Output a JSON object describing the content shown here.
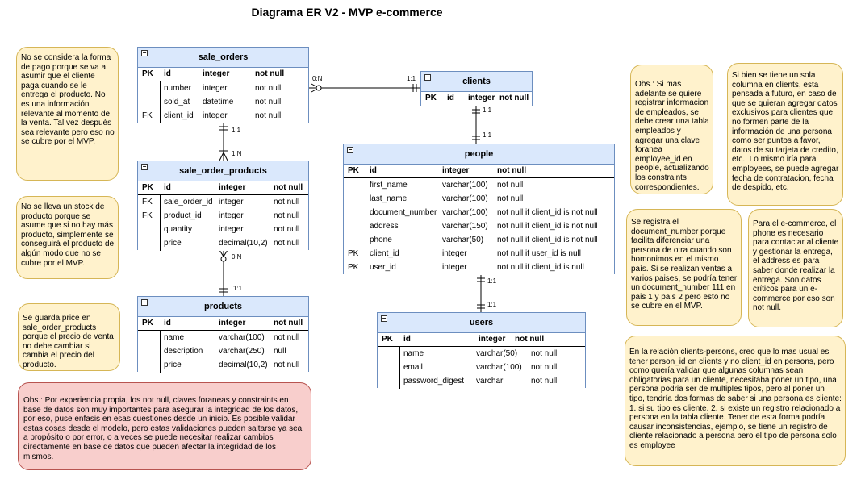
{
  "title": "Diagrama ER V2 - MVP e-commerce",
  "entities": {
    "sale_orders": {
      "name": "sale_orders",
      "columns": [
        "id",
        "integer",
        "not null"
      ],
      "rows": [
        [
          "",
          "number",
          "integer",
          "not null"
        ],
        [
          "",
          "sold_at",
          "datetime",
          "not null"
        ],
        [
          "FK",
          "client_id",
          "integer",
          "not null"
        ]
      ]
    },
    "sale_order_products": {
      "name": "sale_order_products",
      "columns": [
        "id",
        "integer",
        "not null"
      ],
      "rows": [
        [
          "FK",
          "sale_order_id",
          "integer",
          "not null"
        ],
        [
          "FK",
          "product_id",
          "integer",
          "not null"
        ],
        [
          "",
          "quantity",
          "integer",
          "not null"
        ],
        [
          "",
          "price",
          "decimal(10,2)",
          "not null"
        ]
      ]
    },
    "products": {
      "name": "products",
      "columns": [
        "id",
        "integer",
        "not null"
      ],
      "rows": [
        [
          "",
          "name",
          "varchar(100)",
          "not null"
        ],
        [
          "",
          "description",
          "varchar(250)",
          "null"
        ],
        [
          "",
          "price",
          "decimal(10,2)",
          "not null"
        ]
      ]
    },
    "clients": {
      "name": "clients",
      "columns": [
        "id",
        "integer",
        "not null"
      ],
      "rows": []
    },
    "people": {
      "name": "people",
      "columns": [
        "id",
        "integer",
        "not null"
      ],
      "rows": [
        [
          "",
          "first_name",
          "varchar(100)",
          "not null"
        ],
        [
          "",
          "last_name",
          "varchar(100)",
          "not null"
        ],
        [
          "",
          "document_number",
          "varchar(100)",
          "not null if client_id is not null"
        ],
        [
          "",
          "address",
          "varchar(150)",
          "not null if client_id is not null"
        ],
        [
          "",
          "phone",
          "varchar(50)",
          "not null if client_id is not null"
        ],
        [
          "PK",
          "client_id",
          "integer",
          "not null if user_id is null"
        ],
        [
          "PK",
          "user_id",
          "integer",
          "not null if client_id is null"
        ]
      ]
    },
    "users": {
      "name": "users",
      "columns": [
        "id",
        "integer",
        "not null"
      ],
      "rows": [
        [
          "",
          "name",
          "varchar(50)",
          "not null"
        ],
        [
          "",
          "email",
          "varchar(100)",
          "not null"
        ],
        [
          "",
          "password_digest",
          "varchar",
          "not null"
        ]
      ]
    }
  },
  "pk_label": "PK",
  "relations": {
    "orders_clients_left": "0:N",
    "orders_clients_right": "1:1",
    "clients_people_top": "1:1",
    "clients_people_bottom": "1:1",
    "orders_sop_top": "1:1",
    "orders_sop_bottom": "1:N",
    "sop_products_top": "0:N",
    "sop_products_bottom": "1:1",
    "people_users_top": "1:1",
    "people_users_bottom": "1:1"
  },
  "notes": {
    "payment": "No se considera la forma de pago porque se va a asumir que el cliente paga cuando se le entrega el producto. No es una información relevante al momento de la venta. Tal vez después sea relevante pero eso no se cubre por el MVP.",
    "stock": "No se lleva un stock de producto porque se asume que si no hay más producto, simplemente se conseguirá el producto de algún modo que no se cubre por el MVP.",
    "price": "Se guarda price en sale_order_products porque el precio de venta no debe cambiar si cambia el precio del producto.",
    "integrity": "Obs.: Por experiencia propia, los not null, claves foraneas y constraints en base de datos son muy importantes para asegurar la integridad de los datos, por eso, puse enfasis en esas cuestiones desde un inicio. Es posible validar estas cosas desde el modelo, pero estas validaciones pueden saltarse ya sea a propósito o por error, o a veces se puede necesitar realizar cambios directamente en base de datos que pueden afectar la integridad de los mismos.",
    "employees": "Obs.: Si mas adelante se quiere registrar informacion de empleados, se debe crear una tabla empleados y agregar una clave foranea employee_id en people, actualizando los constraints correspondientes.",
    "column": "Si bien se tiene un sola columna en clients, esta pensada a futuro, en caso de que se quieran agregar datos exclusivos para clientes que no formen parte de la información de una persona como ser puntos a favor, datos de su tarjeta de credito, etc.. Lo mismo iría para employees, se puede agregar fecha de contratacion, fecha de despido, etc.",
    "document": "Se registra el document_number porque facilita diferenciar una persona de otra cuando son homonimos en el mismo país. Si se realizan ventas a varios paises, se podría tener un document_number 111 en pais 1 y pais 2 pero esto no se cubre en el MVP.",
    "phone": "Para el e-commerce, el phone es necesario para contactar al cliente y gestionar la entrega, el address es para saber donde realizar la entrega. Son datos críticos para un e-commerce por eso son not null.",
    "relation": "En la relación clients-persons, creo que lo mas usual es tener person_id en clients y no client_id en persons, pero como quería validar que algunas columnas sean obligatorias para un cliente, necesitaba poner un tipo, una persona podria ser de multiples tipos, pero al poner un tipo, tendría dos formas de saber si una persona es cliente: 1. si su tipo es cliente. 2. si existe un registro relacionado a persona en la tabla cliente. Tener de esta forma podría causar inconsistencias, ejemplo, se tiene un registro de cliente relacionado a persona pero el tipo de persona solo es employee"
  },
  "colors": {
    "entity_fill": "#dae8fc",
    "entity_stroke": "#6c8ebf",
    "note_fill": "#fff2cc",
    "note_stroke": "#d6b656",
    "warning_fill": "#f8cecc",
    "warning_stroke": "#b85450"
  }
}
